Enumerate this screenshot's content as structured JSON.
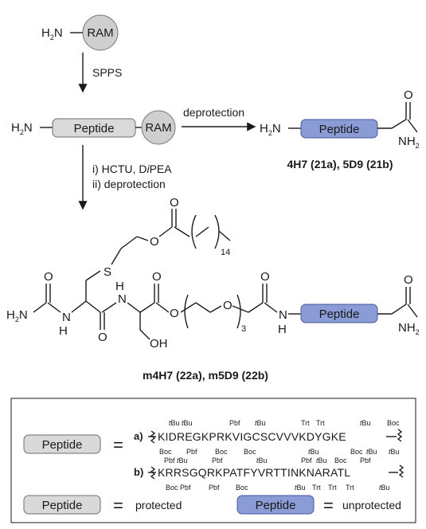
{
  "labels": {
    "h2n": "H",
    "h2n_sub": "2",
    "h2n_n": "N",
    "ram": "RAM",
    "peptide": "Peptide",
    "spps": "SPPS",
    "deprotection": "deprotection",
    "step_i": "i)  HCTU, D",
    "step_i_ital": "i",
    "step_i_end": "PEA",
    "step_ii": "ii) deprotection",
    "nh2": "NH",
    "nh2_sub": "2",
    "o": "O",
    "s": "S",
    "h": "H",
    "n": "N",
    "oh": "OH",
    "sub14": "14",
    "sub3": "3"
  },
  "compounds": {
    "c21": "4H7 (21a), 5D9 (21b)",
    "c22": "m4H7 (22a), m5D9 (22b)"
  },
  "legend": {
    "seq_a_label": "a)",
    "seq_a": "KIDREGKPRKVIGCSCVVVKDYGKE",
    "seq_b_label": "b)",
    "seq_b": "KRRSGQRKPATFYVRTTINKNARATL",
    "equals": "=",
    "protected": "protected",
    "unprotected": "unprotected"
  },
  "protecting_groups": {
    "tbu": "tBu",
    "t_ital": "t",
    "bu": "Bu",
    "pbf": "Pbf",
    "boc": "Boc",
    "trt": "Trt"
  }
}
